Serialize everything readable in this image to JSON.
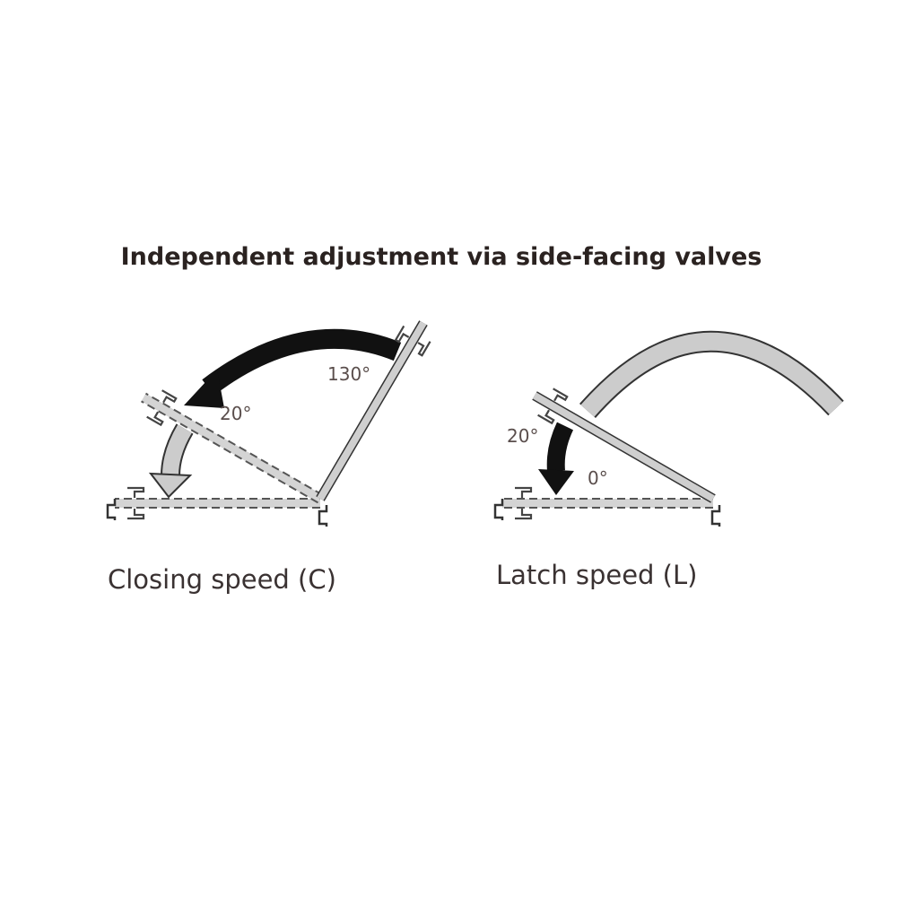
{
  "title": "Independent adjustment via side-facing valves",
  "diagrams": [
    {
      "caption": "Closing speed (C)",
      "angles": [
        "130°",
        "20°"
      ]
    },
    {
      "caption": "Latch speed (L)",
      "angles": [
        "20°",
        "0°"
      ]
    }
  ],
  "colors": {
    "text": "#2a2220",
    "leaf_fill": "#cfcfcf",
    "outline": "#333333",
    "arrow_dark": "#111111",
    "arrow_light": "#cccccc"
  }
}
